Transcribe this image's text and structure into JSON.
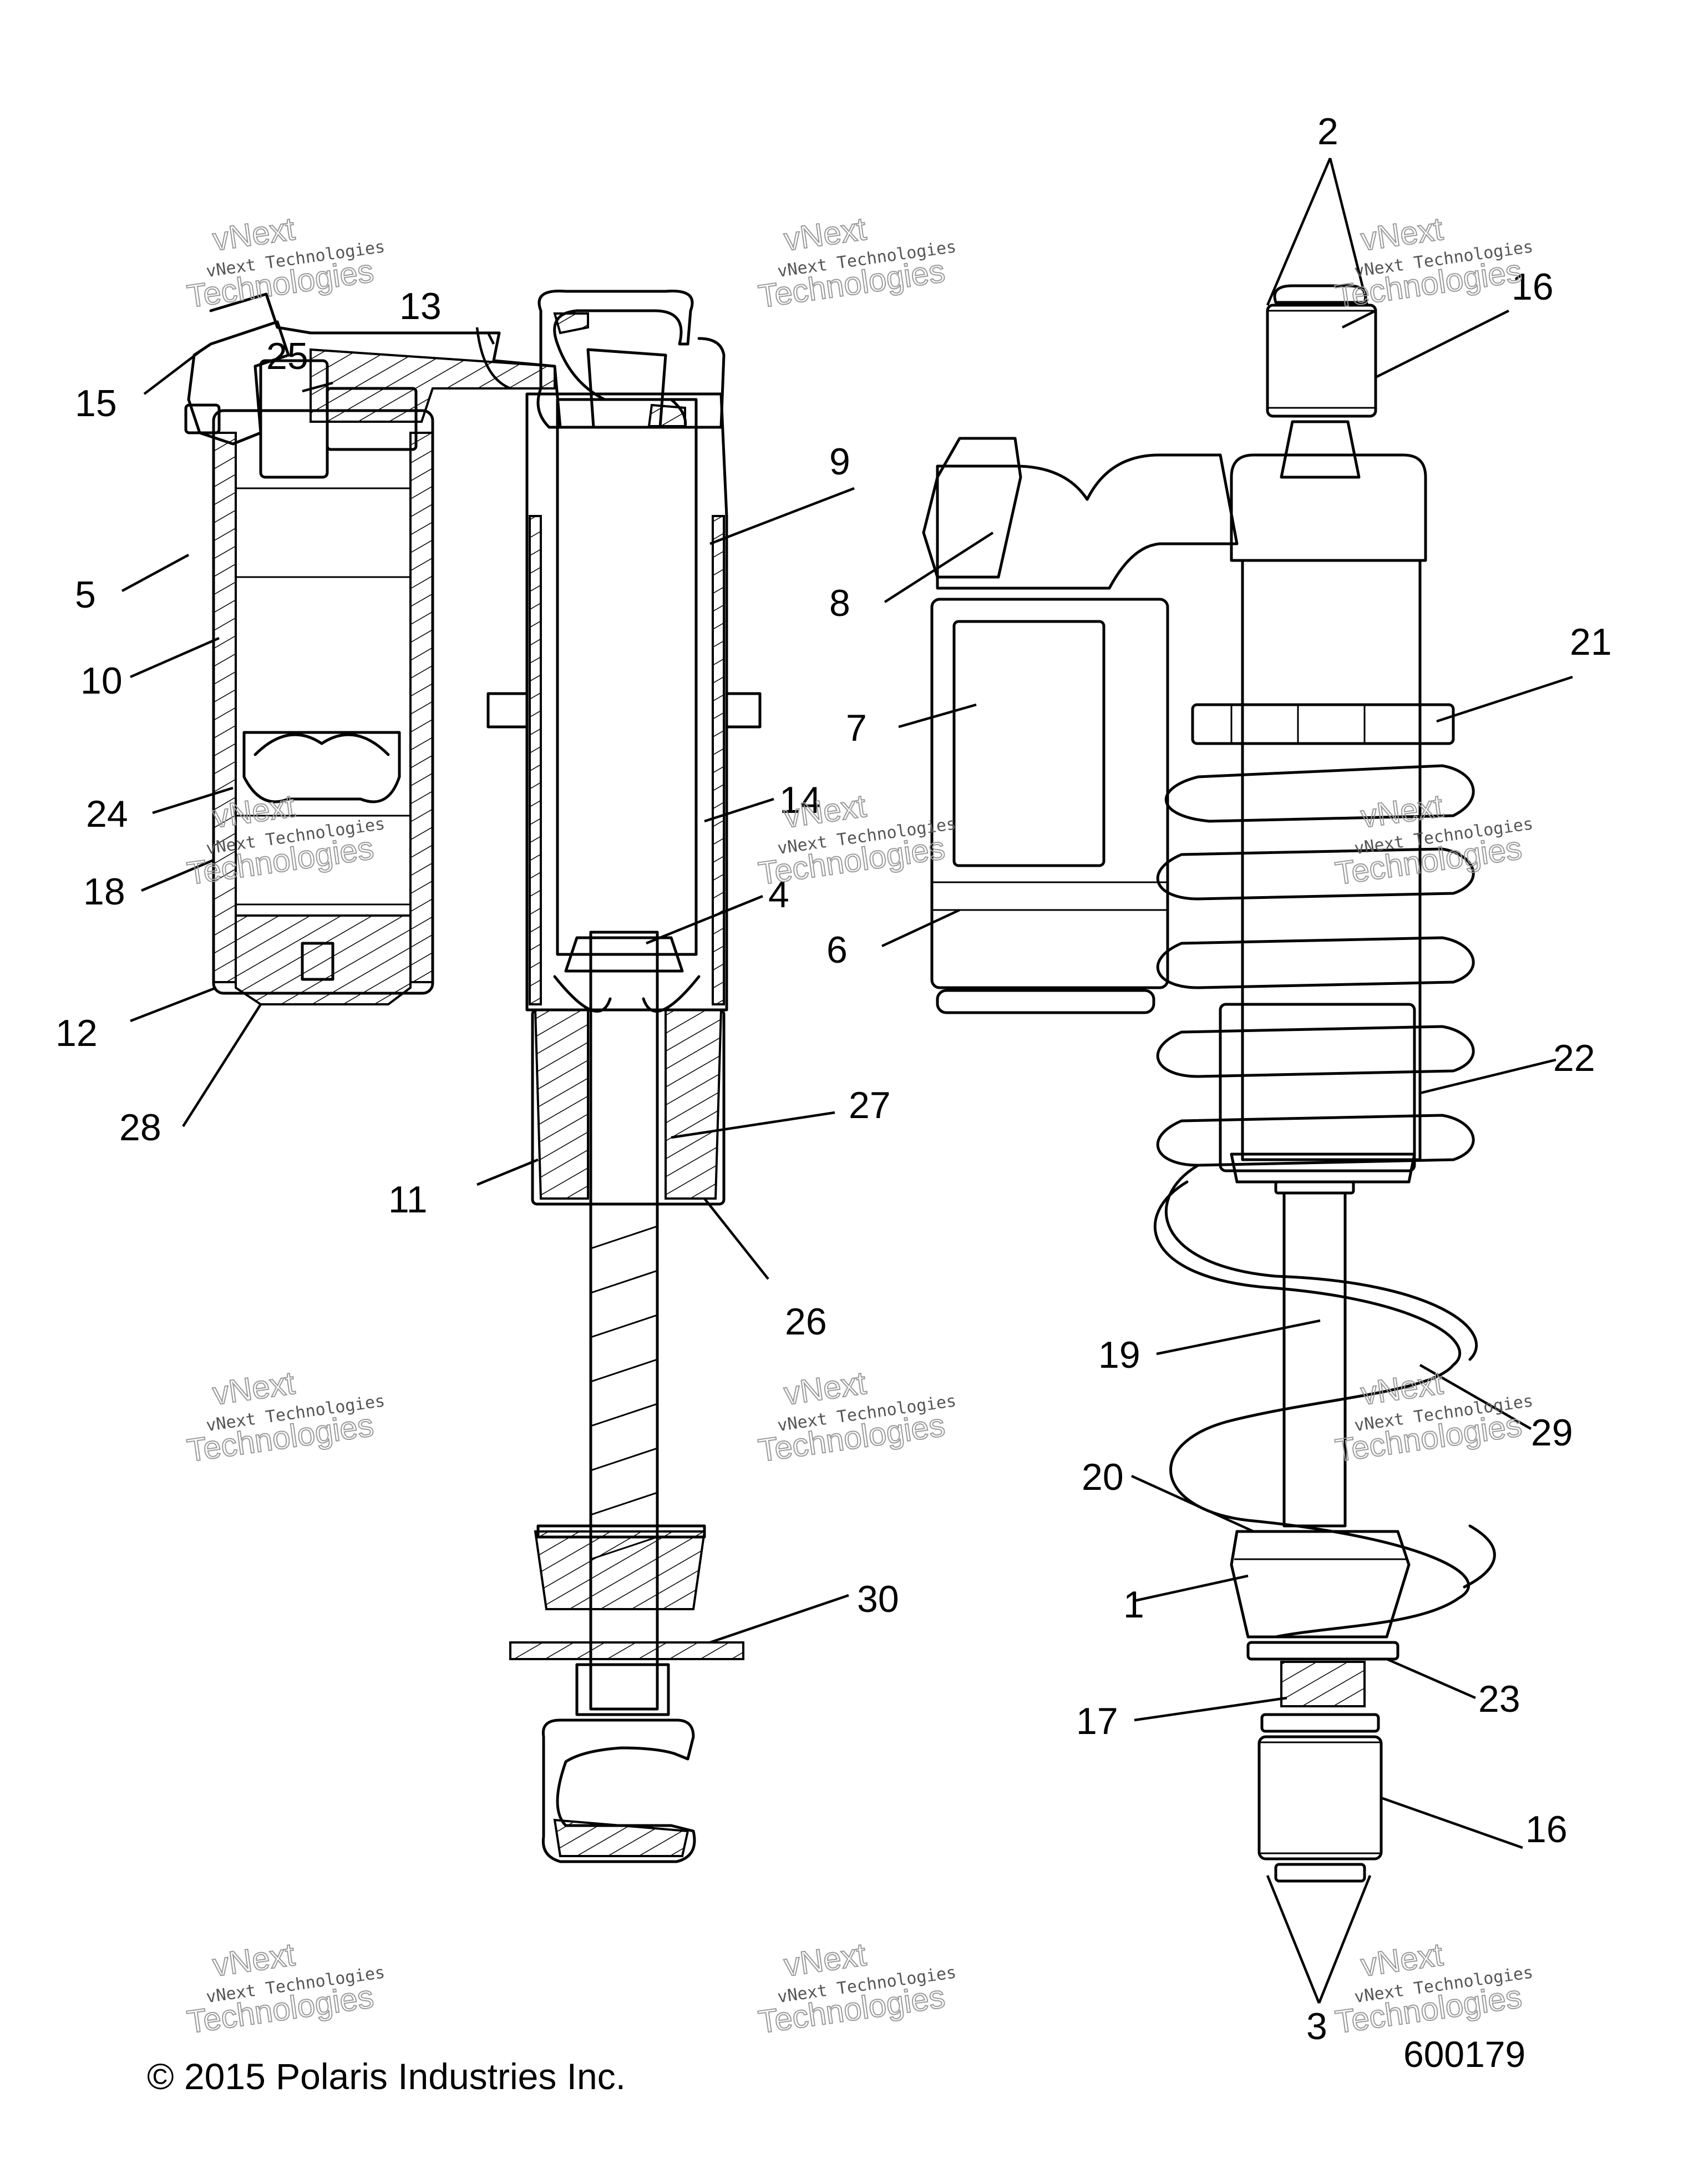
{
  "copyright": "© 2015 Polaris Industries Inc.",
  "diagram_id": "600179",
  "watermark": {
    "line1": "vNext Technologies",
    "line2": "Technologies",
    "line3": "vNext"
  },
  "callouts": [
    "1",
    "2",
    "3",
    "4",
    "5",
    "6",
    "7",
    "8",
    "9",
    "10",
    "11",
    "12",
    "13",
    "14",
    "15",
    "16",
    "16",
    "17",
    "18",
    "19",
    "20",
    "21",
    "22",
    "23",
    "24",
    "25",
    "26",
    "27",
    "28",
    "29",
    "30"
  ]
}
